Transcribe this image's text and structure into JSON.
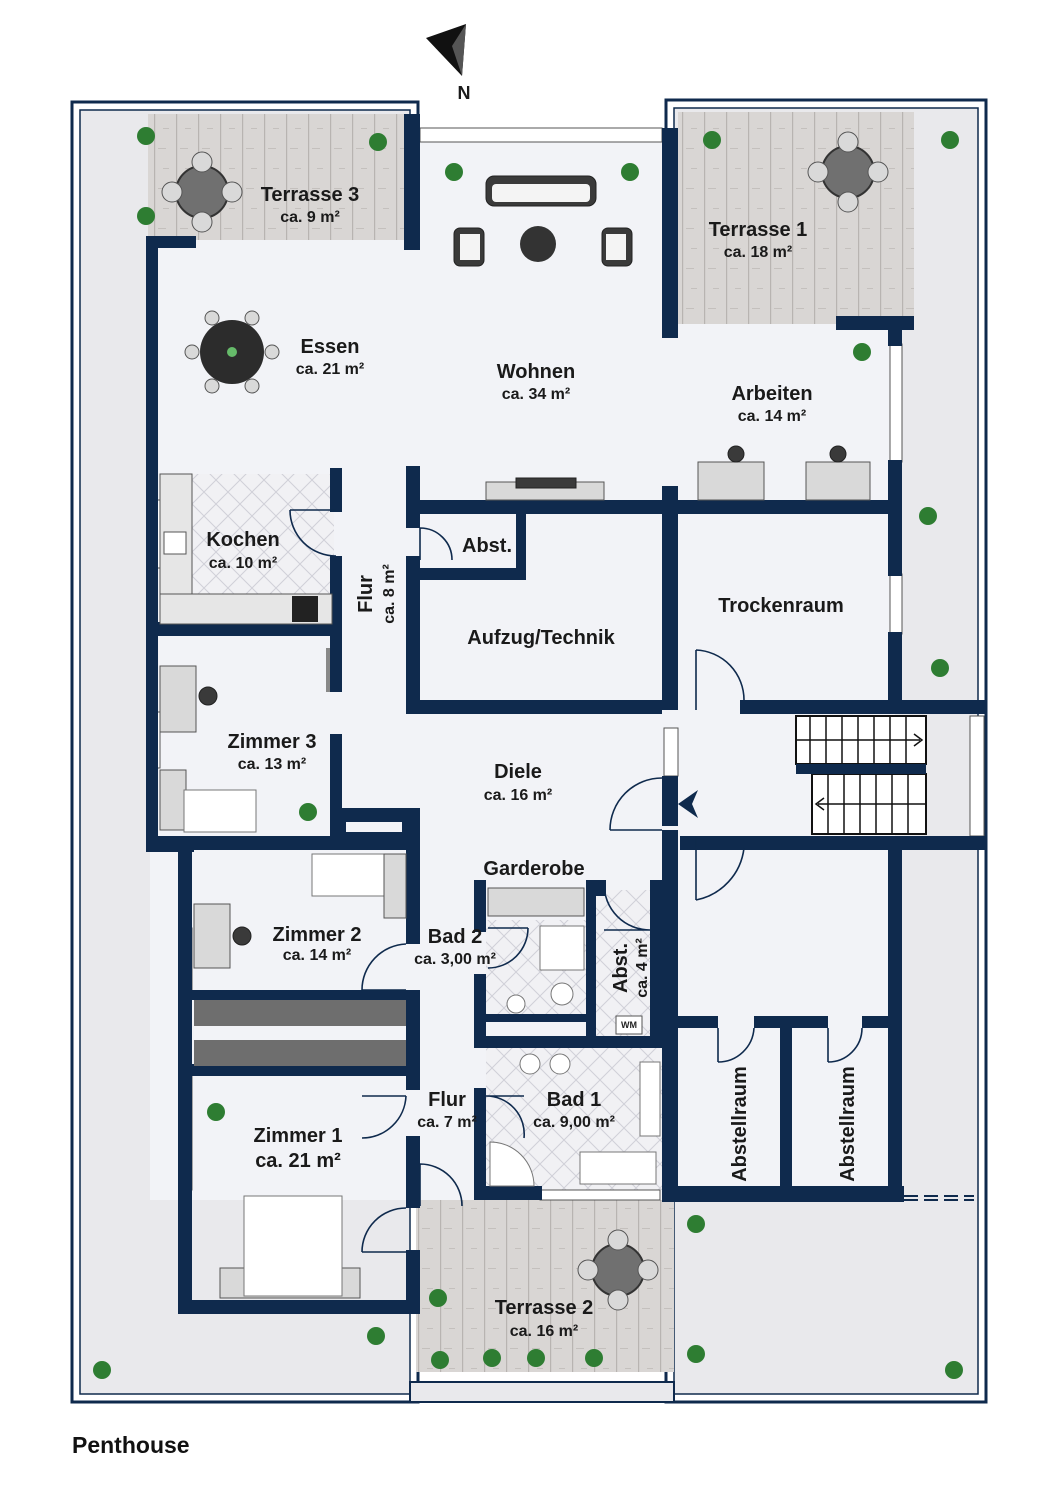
{
  "title": "Penthouse",
  "compass": {
    "label": "N"
  },
  "rooms": {
    "terrasse3": {
      "name": "Terrasse 3",
      "area": "ca. 9 m²"
    },
    "terrasse1": {
      "name": "Terrasse 1",
      "area": "ca. 18 m²"
    },
    "terrasse2": {
      "name": "Terrasse 2",
      "area": "ca. 16 m²"
    },
    "essen": {
      "name": "Essen",
      "area": "ca. 21 m²"
    },
    "wohnen": {
      "name": "Wohnen",
      "area": "ca. 34 m²"
    },
    "arbeiten": {
      "name": "Arbeiten",
      "area": "ca. 14 m²"
    },
    "kochen": {
      "name": "Kochen",
      "area": "ca. 10 m²"
    },
    "flur_top": {
      "name": "Flur",
      "area": "ca. 8 m²"
    },
    "abst_top": {
      "name": "Abst."
    },
    "aufzug": {
      "name": "Aufzug/Technik"
    },
    "trockenraum": {
      "name": "Trockenraum"
    },
    "zimmer3": {
      "name": "Zimmer 3",
      "area": "ca. 13 m²"
    },
    "diele": {
      "name": "Diele",
      "area": "ca. 16 m²"
    },
    "garderobe": {
      "name": "Garderobe"
    },
    "zimmer2": {
      "name": "Zimmer 2",
      "area": "ca. 14 m²"
    },
    "bad2": {
      "name": "Bad 2",
      "area": "ca. 3,00 m²"
    },
    "abst_small": {
      "name": "Abst.",
      "area": "ca. 4 m²"
    },
    "bad1": {
      "name": "Bad 1",
      "area": "ca. 9,00 m²"
    },
    "flur_bottom": {
      "name": "Flur",
      "area": "ca. 7 m²"
    },
    "zimmer1": {
      "name": "Zimmer 1",
      "area": "ca. 21 m²"
    },
    "abstellraum1": {
      "name": "Abstellraum"
    },
    "abstellraum2": {
      "name": "Abstellraum"
    }
  },
  "fixtures": {
    "washer": "WM"
  },
  "colors": {
    "wall": "#0f2a4d",
    "floor": "#f2f3f7",
    "deck": "#d6d3d1",
    "tile": "#eeeef2",
    "plant": "#2e7d32"
  }
}
